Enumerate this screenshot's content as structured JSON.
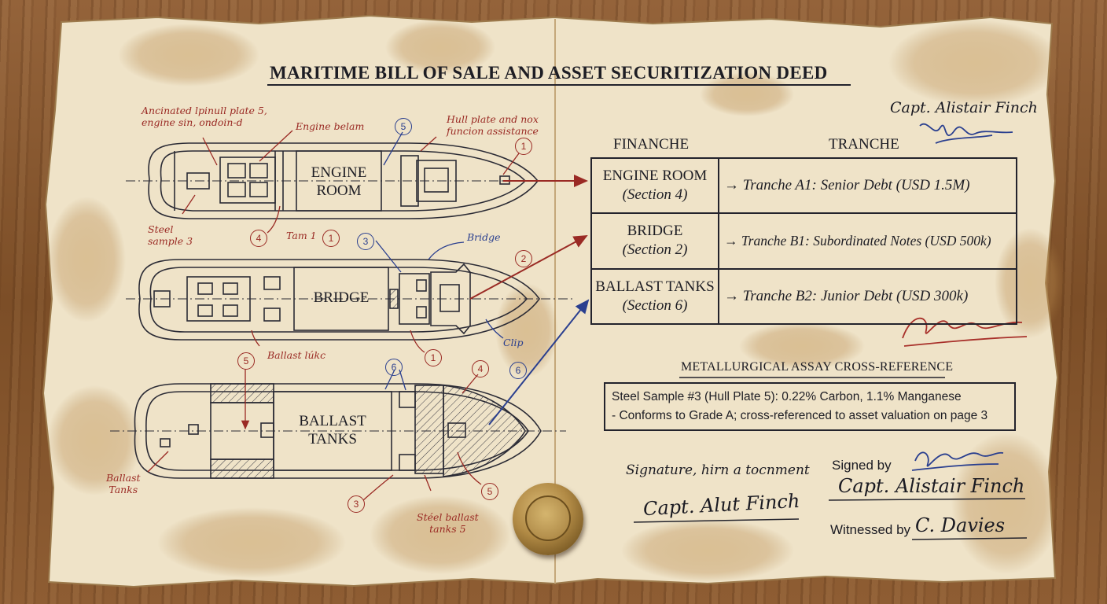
{
  "document": {
    "title": "MARITIME BILL OF SALE AND ASSET SECURITIZATION DEED"
  },
  "ships": [
    {
      "label_line1": "ENGINE",
      "label_line2": "ROOM"
    },
    {
      "label_line1": "BRIDGE",
      "label_line2": ""
    },
    {
      "label_line1": "BALLAST",
      "label_line2": "TANKS"
    }
  ],
  "annotations": {
    "a1": "Ancinated lpinull plate 5,",
    "a1b": "engine sin, ondoin-d",
    "a2": "Engine belam",
    "a3": "Hull plate and nox",
    "a3b": "funcion assistance",
    "a4": "Steel",
    "a4b": "sample 3",
    "a5": "Tam 1",
    "a6": "Bridge",
    "a7": "Ballast lúkc",
    "a8": "Clip",
    "a9": "Ballast",
    "a9b": "Tanks",
    "a10": "Stéel ballast",
    "a10b": "tanks 5"
  },
  "callouts": {
    "n1": "5",
    "n2": "1",
    "n3": "4",
    "n4": "1",
    "n5": "3",
    "n6": "2",
    "n7": "1",
    "n8": "5",
    "n9": "6",
    "n10": "4",
    "n11": "6",
    "n12": "3",
    "n13": "5"
  },
  "table": {
    "header_left": "FINANCHE",
    "header_right": "TRANCHE",
    "rows": [
      {
        "section": "ENGINE ROOM",
        "section_sub": "(Section 4)",
        "tranche": "→ Tranche A1: Senior Debt (USD 1.5M)"
      },
      {
        "section": "BRIDGE",
        "section_sub": "(Section 2)",
        "tranche": "→ Tranche B1: Subordinated Notes (USD 500k)"
      },
      {
        "section": "BALLAST TANKS",
        "section_sub": "(Section 6)",
        "tranche": "→ Tranche B2: Junior Debt (USD 300k)"
      }
    ]
  },
  "assay": {
    "heading": "METALLURGICAL ASSAY CROSS-REFERENCE",
    "line1": "Steel Sample #3 (Hull Plate 5): 0.22% Carbon, 1.1% Manganese",
    "line2": "- Conforms to Grade A; cross-referenced to asset valuation on page 3"
  },
  "signatures": {
    "top_name": "Capt. Alistair Finch",
    "left_label": "Signature, hirn a tocnment",
    "left_script": "Capt. Alut Finch",
    "signed_by_label": "Signed by",
    "signed_by_name": "Capt. Alistair Finch",
    "witnessed_label": "Witnessed by",
    "witnessed_name": "C. Davies"
  },
  "colors": {
    "paper": "#efe3c8",
    "ink": "#1d1d24",
    "red_ink": "#9a2a24",
    "blue_ink": "#2a3f8f",
    "wax_seal": "#b18a45"
  }
}
